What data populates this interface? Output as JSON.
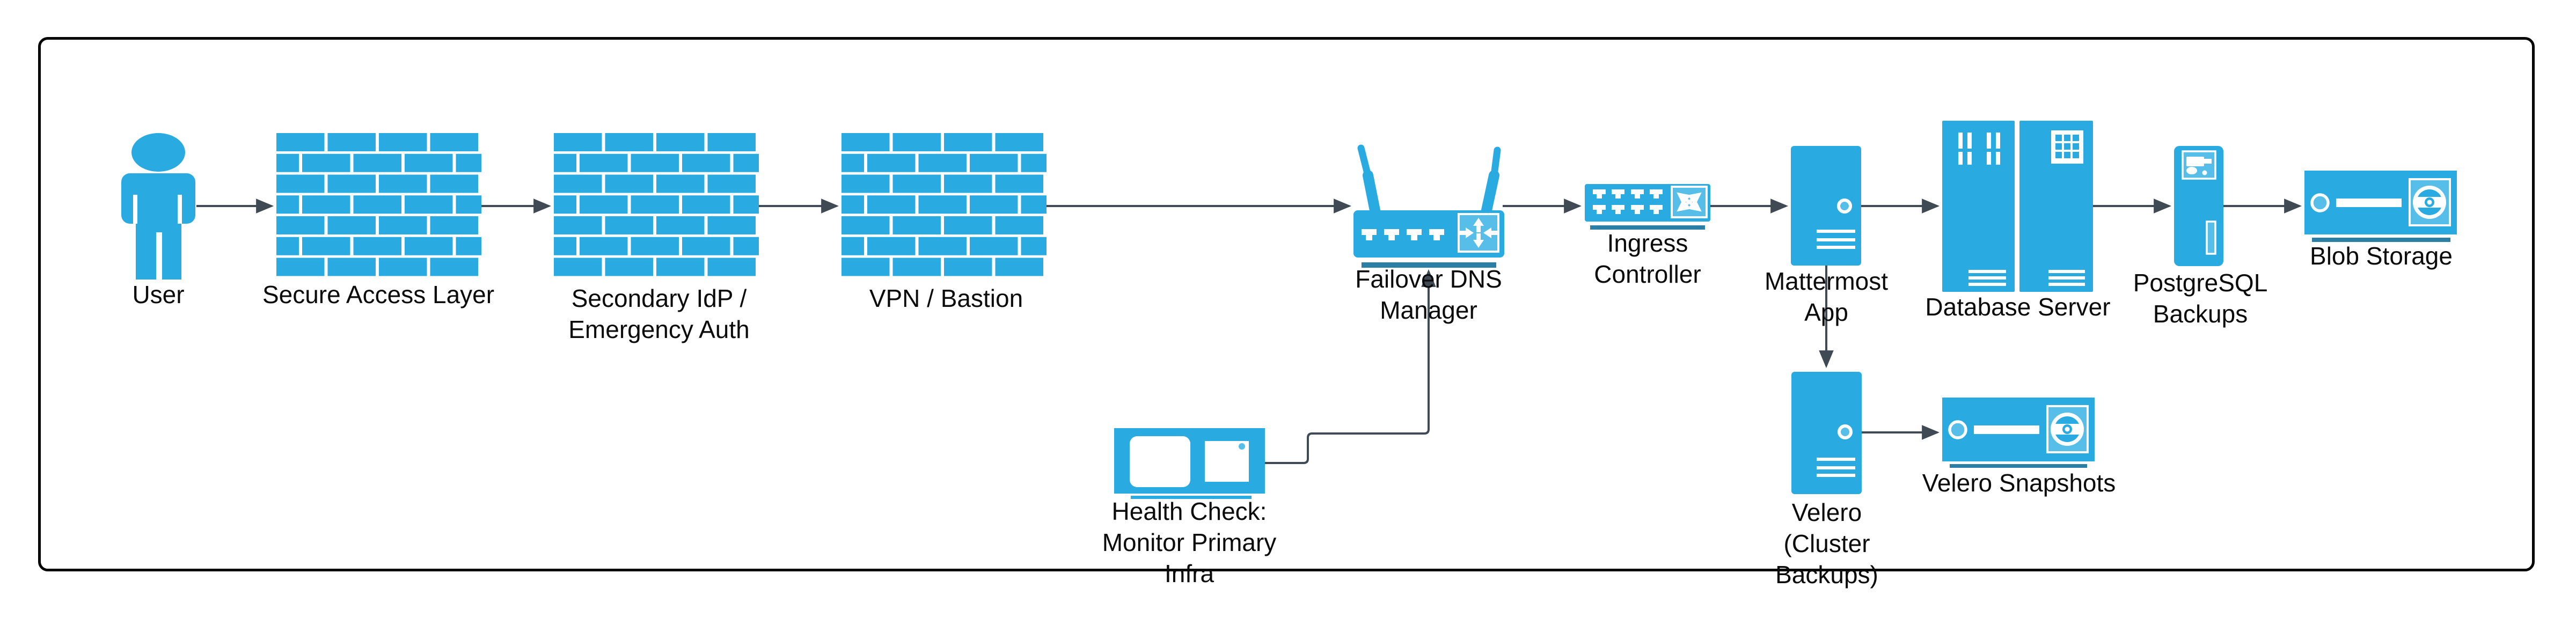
{
  "diagram": {
    "nodes": {
      "user": {
        "label": "User"
      },
      "secure_access": {
        "label": "Secure Access Layer"
      },
      "secondary_idp": {
        "label": "Secondary IdP /\nEmergency Auth"
      },
      "vpn_bastion": {
        "label": "VPN / Bastion"
      },
      "failover_dns": {
        "label": "Failover DNS\nManager"
      },
      "ingress": {
        "label": "Ingress\nController"
      },
      "mattermost": {
        "label": "Mattermost\nApp"
      },
      "database": {
        "label": "Database Server"
      },
      "pg_backups": {
        "label": "PostgreSQL\nBackups"
      },
      "blob": {
        "label": "Blob Storage"
      },
      "health_check": {
        "label": "Health Check:\nMonitor Primary\nInfra"
      },
      "velero": {
        "label": "Velero\n(Cluster\nBackups)"
      },
      "velero_snapshots": {
        "label": "Velero Snapshots"
      }
    },
    "colors": {
      "azure": "#29ABE2",
      "azure_light": "#56BEE8",
      "shadow_blue": "#2B7EA6",
      "edge": "#3F4A54",
      "text": "#0B0B0B",
      "frame": "#000000"
    }
  }
}
